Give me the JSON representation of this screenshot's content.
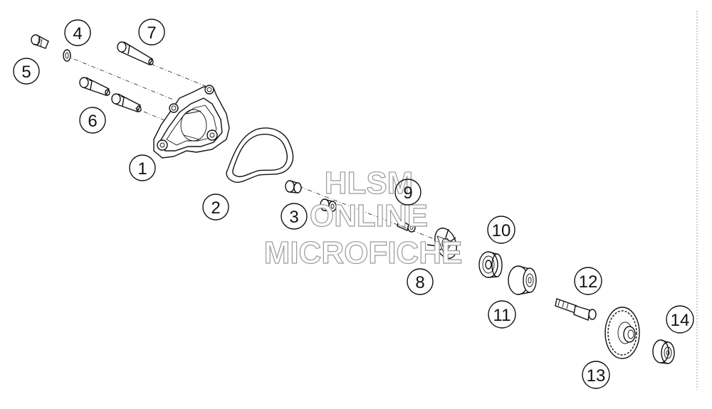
{
  "callouts": [
    {
      "id": "1",
      "text": "1"
    },
    {
      "id": "2",
      "text": "2"
    },
    {
      "id": "3",
      "text": "3"
    },
    {
      "id": "4",
      "text": "4"
    },
    {
      "id": "5",
      "text": "5"
    },
    {
      "id": "6",
      "text": "6"
    },
    {
      "id": "7",
      "text": "7"
    },
    {
      "id": "8",
      "text": "8"
    },
    {
      "id": "9",
      "text": "9"
    },
    {
      "id": "10",
      "text": "10"
    },
    {
      "id": "11",
      "text": "11"
    },
    {
      "id": "12",
      "text": "12"
    },
    {
      "id": "13",
      "text": "13"
    },
    {
      "id": "14",
      "text": "14"
    }
  ],
  "watermark": {
    "line1": "HLSM",
    "line2": "ONLINE",
    "line3": "MICROFICHE"
  }
}
